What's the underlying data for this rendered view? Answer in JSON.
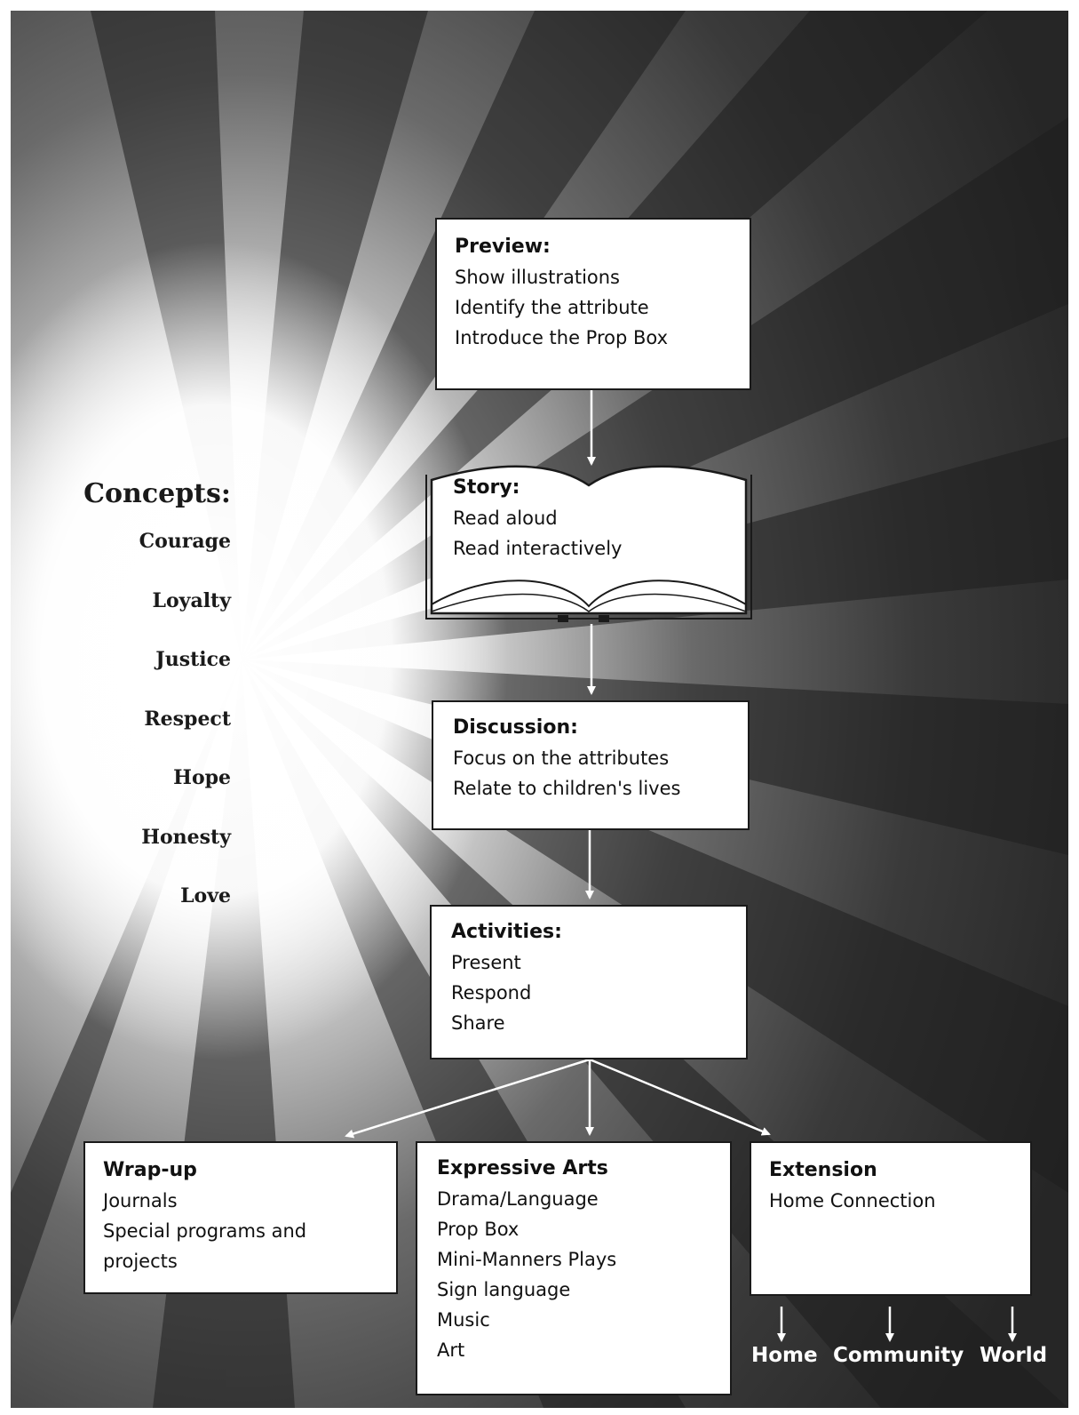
{
  "preview": {
    "heading": "Preview:",
    "items": [
      "Show illustrations",
      "Identify the attribute",
      "Introduce the Prop Box"
    ]
  },
  "story": {
    "heading": "Story:",
    "items": [
      "Read aloud",
      "Read interactively"
    ]
  },
  "discussion": {
    "heading": "Discussion:",
    "items": [
      "Focus on the attributes",
      "Relate to children's lives"
    ]
  },
  "activities": {
    "heading": "Activities:",
    "items": [
      "Present",
      "Respond",
      "Share"
    ]
  },
  "wrapup": {
    "heading": "Wrap-up",
    "items": [
      "Journals",
      "Special programs and projects"
    ]
  },
  "expressive": {
    "heading": "Expressive Arts",
    "items": [
      "Drama/Language",
      "Prop Box",
      "Mini-Manners Plays",
      "Sign language",
      "Music",
      "Art"
    ]
  },
  "extension": {
    "heading": "Extension",
    "items": [
      "Home Connection"
    ]
  },
  "destinations": [
    "Home",
    "Community",
    "World"
  ],
  "concepts": {
    "title": "Concepts:",
    "items": [
      "Courage",
      "Loyalty",
      "Justice",
      "Respect",
      "Hope",
      "Honesty",
      "Love"
    ]
  },
  "colors": {
    "background_dark": "#2a2a2a",
    "background_light": "#ffffff",
    "arrow": "#ffffff",
    "box_border": "#1a1a1a"
  }
}
